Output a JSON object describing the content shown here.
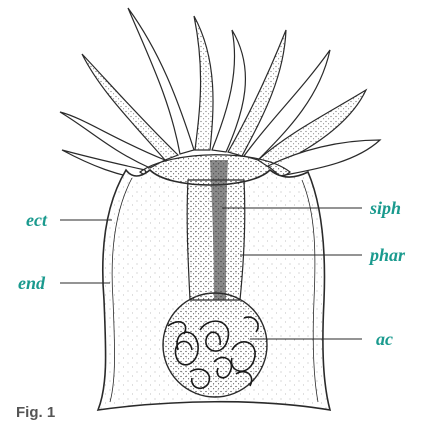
{
  "figure": {
    "caption": "Fig. 1",
    "label_color": "#1a9a8e",
    "line_color": "#2a2a2a",
    "labels": {
      "ect": "ect",
      "end": "end",
      "siph": "siph",
      "phar": "phar",
      "ac": "ac"
    }
  }
}
